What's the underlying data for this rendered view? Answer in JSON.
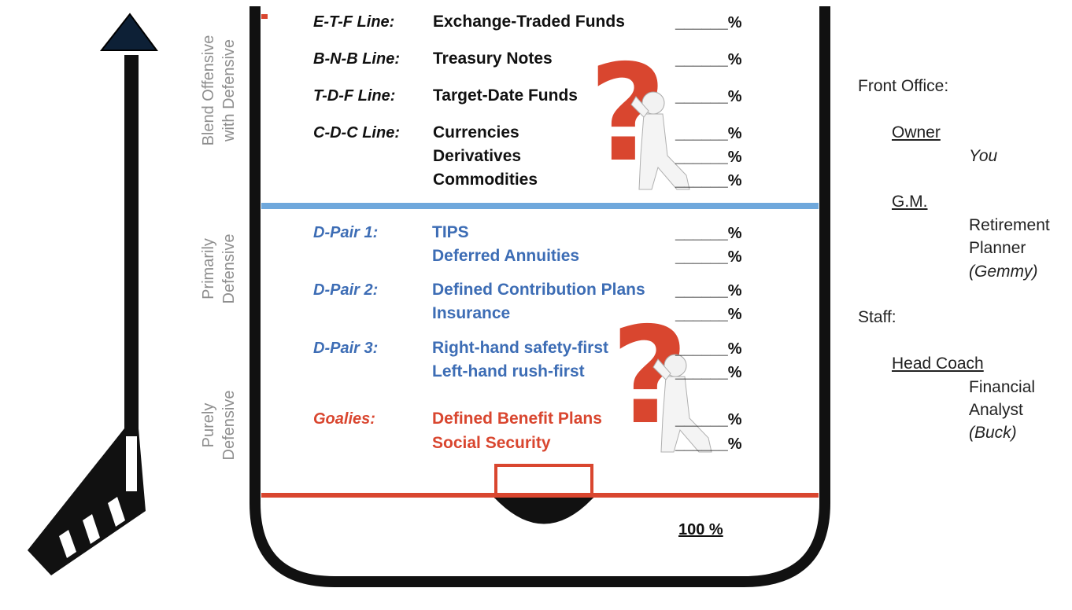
{
  "side_labels": {
    "top": "Blend Offensive\nwith Defensive",
    "middle": "Primarily\nDefensive",
    "bottom": "Purely\nDefensive"
  },
  "offense": [
    {
      "label": "E-T-F Line:",
      "items": [
        "Exchange-Traded Funds"
      ]
    },
    {
      "label": "B-N-B Line:",
      "items": [
        "Treasury Notes"
      ]
    },
    {
      "label": "T-D-F Line:",
      "items": [
        "Target-Date Funds"
      ]
    },
    {
      "label": "C-D-C Line:",
      "items": [
        "Currencies",
        "Derivatives",
        "Commodities"
      ]
    }
  ],
  "defense": [
    {
      "label": "D-Pair 1:",
      "items": [
        "TIPS",
        "Deferred Annuities"
      ]
    },
    {
      "label": "D-Pair 2:",
      "items": [
        "Defined Contribution Plans",
        "Insurance"
      ]
    },
    {
      "label": "D-Pair 3:",
      "items": [
        "Right-hand safety-first",
        "Left-hand rush-first"
      ]
    }
  ],
  "goalies": {
    "label": "Goalies:",
    "items": [
      "Defined Benefit Plans",
      "Social Security"
    ]
  },
  "blank_pct": "______%",
  "total": "100 %",
  "front_office": {
    "heading": "Front Office:",
    "owner_title": "Owner",
    "owner_name": "You",
    "gm_title": "G.M.",
    "gm_role_1": "Retirement",
    "gm_role_2": "Planner",
    "gm_name": "(Gemmy)"
  },
  "staff": {
    "heading": "Staff:",
    "coach_title": "Head Coach",
    "coach_role_1": "Financial",
    "coach_role_2": "Analyst",
    "coach_name": "(Buck)"
  },
  "colors": {
    "blue_line": "#6fa8dc",
    "goal_line": "#d9462f",
    "defense_text": "#3d6db5",
    "goalie_text": "#d9462f"
  }
}
